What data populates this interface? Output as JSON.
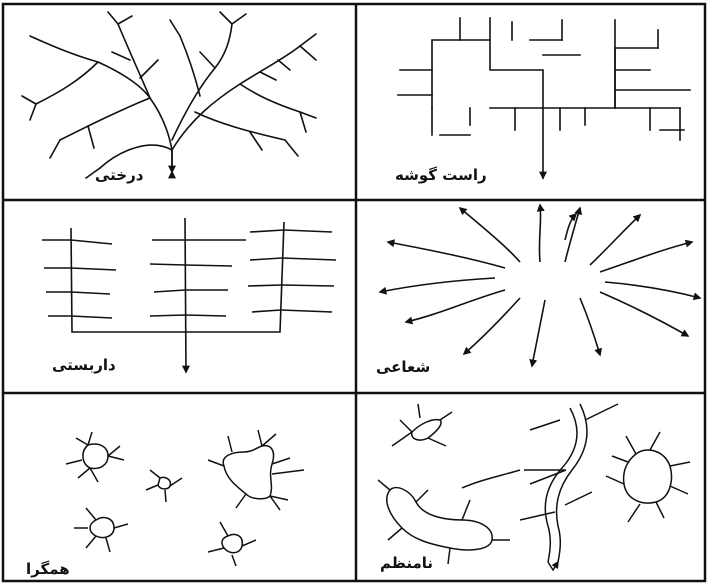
{
  "panels": [
    {
      "key": "dendritic",
      "label": "درختی"
    },
    {
      "key": "rectangular",
      "label": "راست گوشه"
    },
    {
      "key": "trellis",
      "label": "داربستی"
    },
    {
      "key": "radial",
      "label": "شعاعی"
    },
    {
      "key": "centripetal",
      "label": "همگرا"
    },
    {
      "key": "deranged",
      "label": "نامنظم"
    }
  ],
  "colors": {
    "ink": "#111111",
    "background": "#ffffff"
  }
}
